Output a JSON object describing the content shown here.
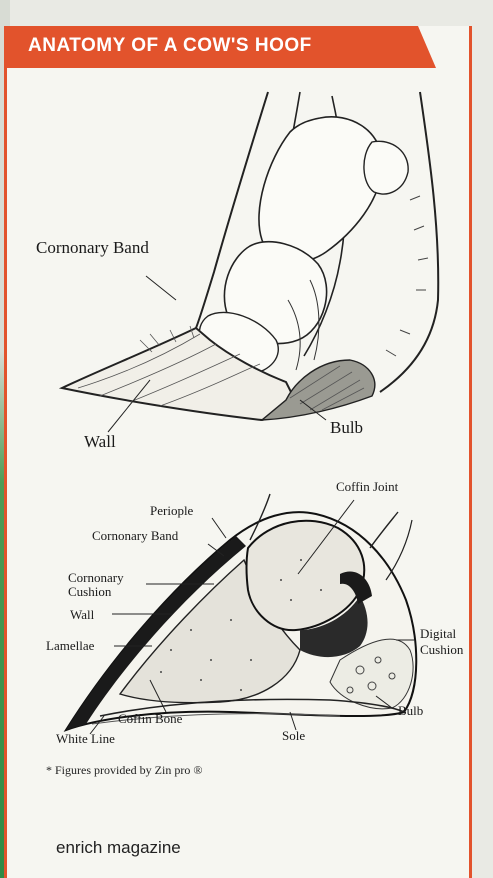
{
  "banner": {
    "title": "ANATOMY OF A COW'S HOOF",
    "color": "#e2532c"
  },
  "figure_top": {
    "labels": {
      "coronary_band": "Cornonary Band",
      "wall": "Wall",
      "bulb": "Bulb"
    }
  },
  "figure_bottom": {
    "labels": {
      "coffin_joint": "Coffin Joint",
      "periople": "Periople",
      "coronary_band": "Cornonary Band",
      "coronary_cushion_line1": "Cornonary",
      "coronary_cushion_line2": "Cushion",
      "wall": "Wall",
      "lamellae": "Lamellae",
      "digital_cushion_line1": "Digital",
      "digital_cushion_line2": "Cushion",
      "bulb": "Bulb",
      "coffin_bone": "Coffin Bone",
      "white_line": "White Line",
      "sole": "Sole"
    }
  },
  "credit": "* Figures provided by Zin pro ®",
  "footer": {
    "magazine": "enrich magazine"
  }
}
